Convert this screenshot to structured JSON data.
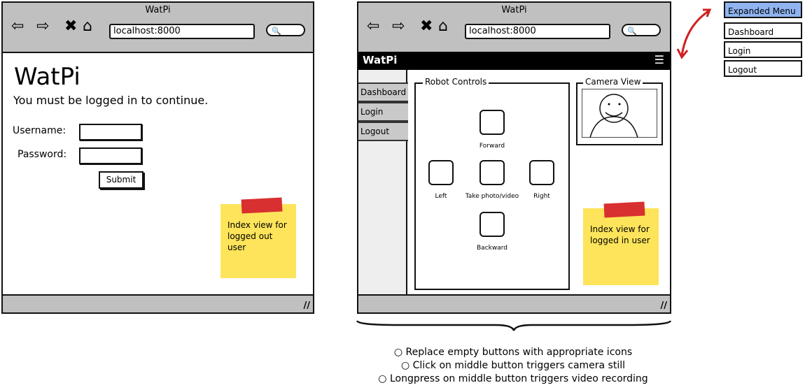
{
  "logged_out": {
    "window_title": "WatPi",
    "url": "localhost:8000",
    "heading": "WatPi",
    "message": "You must be logged in to continue.",
    "username_label": "Username:",
    "password_label": "Password:",
    "submit_label": "Submit",
    "sticky_note": "Index view for logged out user"
  },
  "logged_in": {
    "window_title": "WatPi",
    "url": "localhost:8000",
    "brand": "WatPi",
    "menu_icon": "☰",
    "sidebar": [
      {
        "label": "Dashboard"
      },
      {
        "label": "Login"
      },
      {
        "label": "Logout"
      }
    ],
    "robot_controls": {
      "title": "Robot Controls",
      "buttons": [
        {
          "label": "Forward"
        },
        {
          "label": "Left"
        },
        {
          "label": "Take photo/video"
        },
        {
          "label": "Right"
        },
        {
          "label": "Backward"
        }
      ]
    },
    "camera_view": {
      "title": "Camera View"
    },
    "sticky_note": "Index view for logged in user"
  },
  "expanded_menu": {
    "title": "Expanded Menu",
    "items": [
      {
        "label": "Dashboard"
      },
      {
        "label": "Login"
      },
      {
        "label": "Logout"
      }
    ]
  },
  "notes": [
    "Replace empty buttons with appropriate icons",
    "Click on middle button triggers camera still",
    "Longpress on middle button triggers video recording"
  ],
  "colors": {
    "menu_header": "#8fb4f0",
    "sticky": "#fde45a",
    "tape": "#d83030",
    "arrow": "#d02020"
  }
}
